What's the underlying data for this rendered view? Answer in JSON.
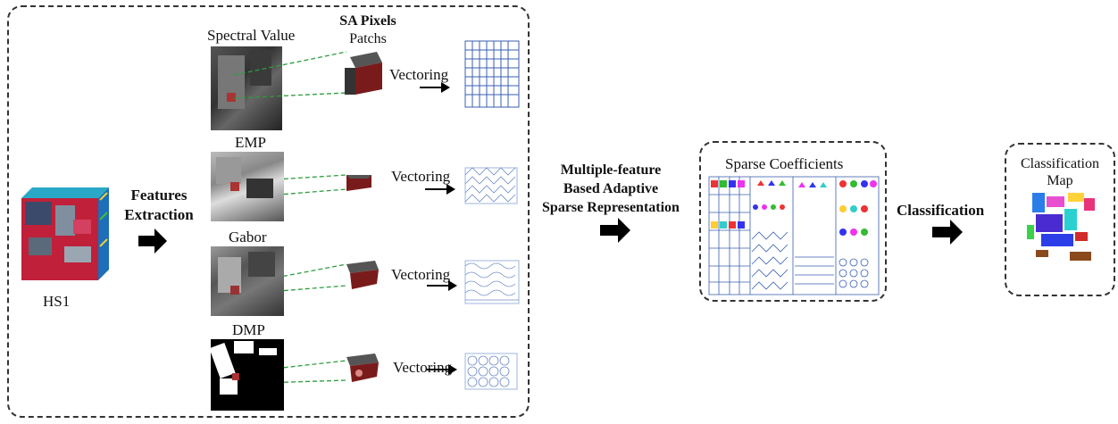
{
  "input": {
    "label": "HS1"
  },
  "extraction": {
    "line1": "Features",
    "line2": "Extraction"
  },
  "features": {
    "spectral_label": "Spectral Value",
    "sa_label_line1": "SA Pixels",
    "sa_label_line2": "Patchs",
    "emp_label": "EMP",
    "gabor_label": "Gabor",
    "dmp_label": "DMP",
    "vectoring_label": "Vectoring"
  },
  "representation": {
    "line1": "Multiple-feature",
    "line2": "Based Adaptive",
    "line3": "Sparse Representation"
  },
  "sparse": {
    "title": "Sparse Coefficients"
  },
  "classification": {
    "label": "Classification"
  },
  "map": {
    "line1": "Classification",
    "line2": "Map"
  },
  "colors": {
    "grid_line": "#3a5fb0",
    "patch": "#8b1a1a",
    "dashed_link": "#2e9e3e",
    "hsi_red": "#c0203a"
  }
}
